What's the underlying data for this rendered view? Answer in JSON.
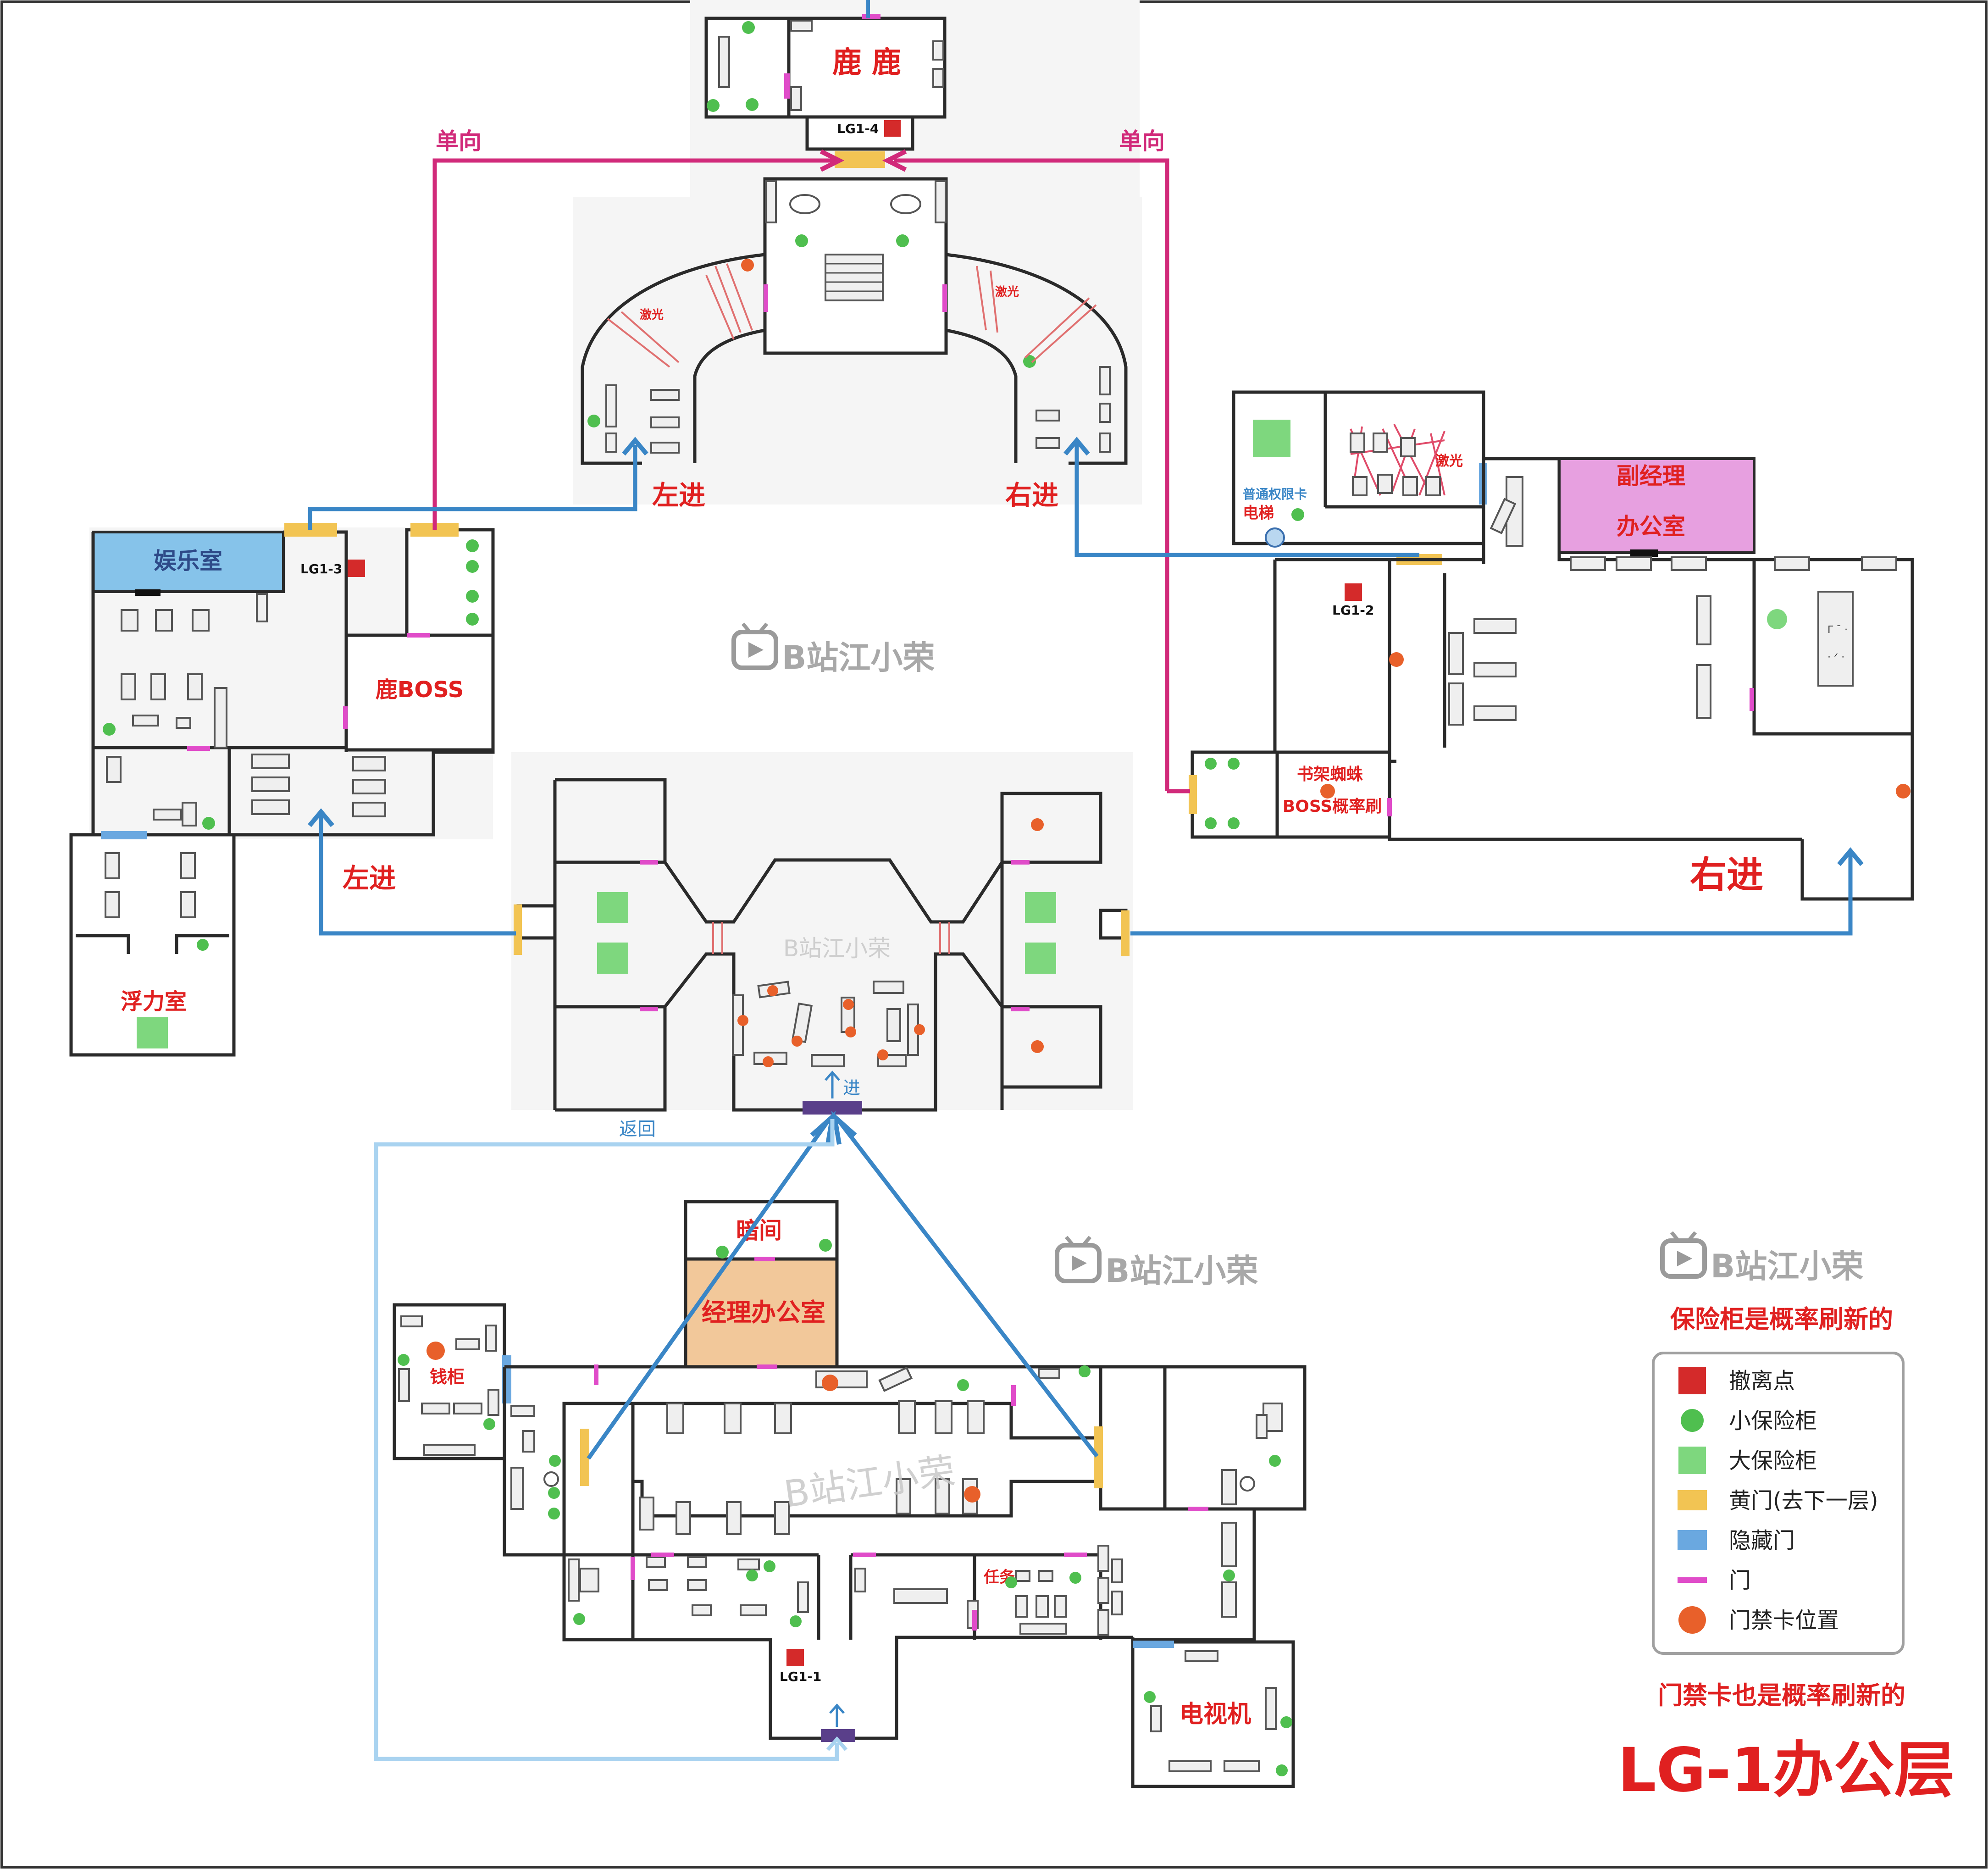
{
  "colors": {
    "extract": "#d42a2a",
    "small_safe": "#4fbf4f",
    "large_safe": "#7ed77e",
    "yellow_door": "#f2c453",
    "hidden_door": "#6aa8e0",
    "door": "#e04cc9",
    "keycard": "#e8602a",
    "route_blue": "#3a86c6",
    "route_pink": "#d12a7a",
    "route_light_blue": "#a9d3f0",
    "text_red": "#e02020",
    "entertainment_room_fill": "#86c3ea",
    "deputy_office_fill": "#e7a0e0",
    "manager_office_fill": "#f2c89a"
  },
  "rooms": {
    "lulu": "鹿 鹿",
    "entertainment": "娱乐室",
    "deer_boss": "鹿BOSS",
    "buoyancy": "浮力室",
    "deputy_office_line1": "副经理",
    "deputy_office_line2": "办公室",
    "bookshelf_spider_line1": "书架蜘蛛",
    "bookshelf_spider_line2": "BOSS概率刷",
    "elevator": "电梯",
    "access_card": "普通权限卡",
    "dark_room": "暗间",
    "manager_office": "经理办公室",
    "money_cabinet": "钱柜",
    "task": "任务",
    "tv": "电视机",
    "laser": "激光"
  },
  "extracts": {
    "lg1_1": "LG1-1",
    "lg1_2": "LG1-2",
    "lg1_3": "LG1-3",
    "lg1_4": "LG1-4"
  },
  "routes": {
    "one_way": "单向",
    "left_in": "左进",
    "right_in": "右进",
    "enter": "进",
    "return": "返回"
  },
  "watermark": "B站江小荣",
  "notes": {
    "safe_random": "保险柜是概率刷新的",
    "card_random": "门禁卡也是概率刷新的"
  },
  "legend": {
    "items": [
      {
        "label": "撤离点",
        "kind": "extract"
      },
      {
        "label": "小保险柜",
        "kind": "small_safe"
      },
      {
        "label": "大保险柜",
        "kind": "large_safe"
      },
      {
        "label": "黄门(去下一层)",
        "kind": "yellow_door"
      },
      {
        "label": "隐藏门",
        "kind": "hidden_door"
      },
      {
        "label": "门",
        "kind": "door"
      },
      {
        "label": "门禁卡位置",
        "kind": "keycard"
      }
    ]
  },
  "title": "LG-1办公层"
}
